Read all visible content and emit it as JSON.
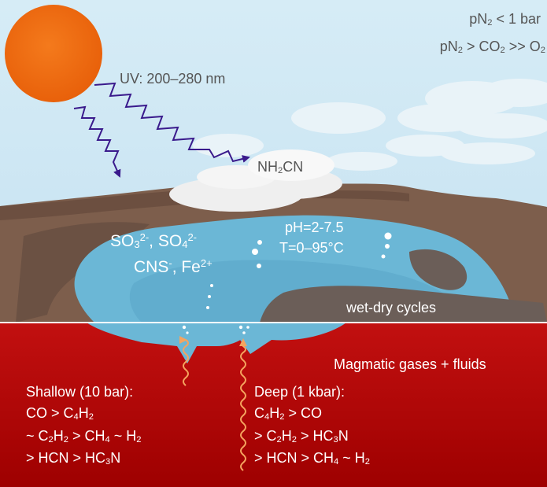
{
  "atmosphere": {
    "pressure_line_1": {
      "a": "pN",
      "sub": "2",
      "b": " < 1 bar"
    },
    "pressure_line_2": {
      "a": "pN",
      "sub1": "2",
      "b": " > CO",
      "sub2": "2",
      "c": " >> O",
      "sub3": "2"
    }
  },
  "uv_label": "UV: 200–280 nm",
  "cloud_species": {
    "a": "NH",
    "sub": "2",
    "b": "CN"
  },
  "pool": {
    "ions_line_1": {
      "a": "SO",
      "sub1": "3",
      "sup1": "2-",
      "b": ", SO",
      "sub2": "4",
      "sup2": "2-"
    },
    "ions_line_2": {
      "a": "CNS",
      "sup1": "-",
      "b": ", Fe",
      "sup2": "2+"
    },
    "ph": "pH=2-7.5",
    "temperature": "T=0–95°C",
    "cycles": "wet-dry cycles"
  },
  "subsurface": {
    "source": "Magmatic gases + fluids",
    "shallow": {
      "title": "Shallow (10 bar):",
      "line_1": {
        "a": "CO > C",
        "sub1": "4",
        "b": "H",
        "sub2": "2"
      },
      "line_2": {
        "a": "~ C",
        "sub1": "2",
        "b": "H",
        "sub2": "2",
        "c": " > CH",
        "sub3": "4",
        "d": " ~ H",
        "sub4": "2"
      },
      "line_3": {
        "a": "> HCN > HC",
        "sub1": "3",
        "b": "N"
      }
    },
    "deep": {
      "title": "Deep (1 kbar):",
      "line_1": {
        "a": "C",
        "sub1": "4",
        "b": "H",
        "sub2": "2",
        "c": " > CO"
      },
      "line_2": {
        "a": "> C",
        "sub1": "2",
        "b": "H",
        "sub2": "2",
        "c": " > HC",
        "sub3": "3",
        "d": "N"
      },
      "line_3": {
        "a": "> HCN > CH",
        "sub1": "4",
        "b": " ~ H",
        "sub2": "2"
      }
    }
  },
  "colors": {
    "sky": "#cfe8f4",
    "sun": "#f26f10",
    "uv_arrow": "#3a1a8c",
    "crust": "#7d5e4c",
    "pool": "#6bb7d6",
    "magma": "#b80000",
    "magma_stream": "#f5a45f"
  }
}
